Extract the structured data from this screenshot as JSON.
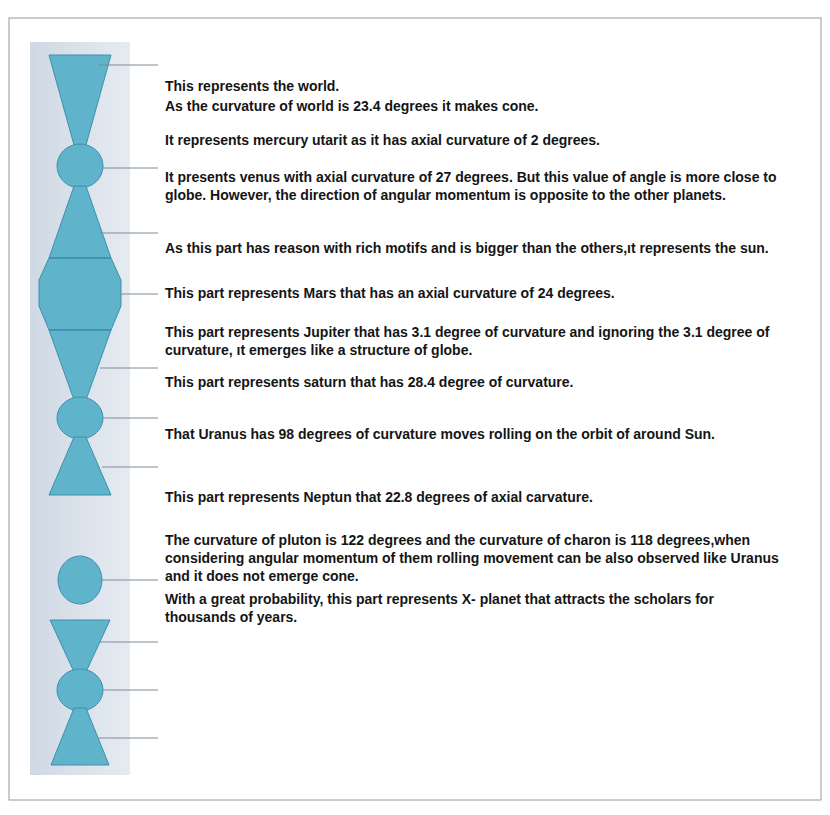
{
  "diagram": {
    "labels": [
      "This represents the world.",
      "As the curvature of world is 23.4 degrees it makes cone.",
      "It represents mercury utarit as it has axial curvature of 2 degrees.",
      "It presents venus with axial curvature of 27 degrees. But this value of angle is more close to globe. However, the direction of angular momentum is opposite to the other planets.",
      "As this part has reason with rich motifs and is bigger than the others,ıt represents the sun.",
      "This part represents Mars that has an axial curvature of 24 degrees.",
      "This part represents Jupiter that has 3.1 degree of curvature and ignoring the 3.1 degree of curvature, ıt emerges like a structure of globe.",
      "This part represents saturn that has 28.4 degree of curvature.",
      "That Uranus has 98 degrees of curvature moves rolling on the orbit of around Sun.",
      "This part represents Neptun that 22.8 degrees of axial carvature.",
      "The curvature of pluton is 122 degrees and the curvature of charon is 118 degrees,when considering angular momentum of them rolling movement can be also observed like Uranus and it does not emerge cone.",
      "With a great probability, this part represents X- planet that attracts the scholars for thousands of years."
    ]
  }
}
